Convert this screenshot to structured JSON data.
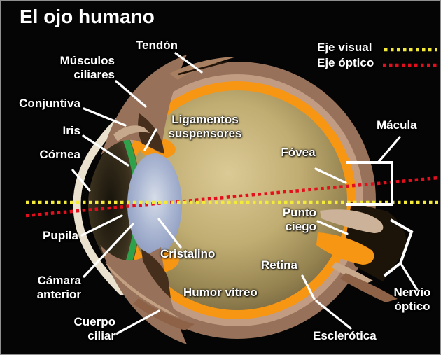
{
  "title": "El ojo humano",
  "legend": {
    "items": [
      {
        "label": "Eje visual",
        "color": "#f3ea3a",
        "style": "dotted"
      },
      {
        "label": "Eje óptico",
        "color": "#e30f1d",
        "style": "dotted"
      }
    ]
  },
  "labels": {
    "tendon": "Tendón",
    "musculos_ciliares": "Músculos\nciliares",
    "conjuntiva": "Conjuntiva",
    "iris": "Iris",
    "cornea": "Córnea",
    "ligamentos_suspensores": "Ligamentos\nsuspensores",
    "fovea": "Fóvea",
    "macula": "Mácula",
    "punto_ciego": "Punto\nciego",
    "pupila": "Pupila",
    "cristalino": "Cristalino",
    "camara_anterior": "Cámara\nanterior",
    "humor_vitreo": "Humor vítreo",
    "retina": "Retina",
    "cuerpo_ciliar": "Cuerpo\nciliar",
    "esclerotica": "Esclerótica",
    "nervio_optico": "Nervio\nóptico"
  },
  "colors": {
    "background": "#050505",
    "sclera_brown": "#97715a",
    "choroid_pink": "#c29c82",
    "retina_orange": "#f79613",
    "cornea_cream": "#eae2cf",
    "iris_green": "#2ea24b",
    "lens_blue": "#a9b5d1",
    "interior_tan": "#c0ad72",
    "pointer_white": "#ffffff",
    "visual_axis_yellow": "#f3ea3a",
    "optical_axis_red": "#e30f1d"
  }
}
